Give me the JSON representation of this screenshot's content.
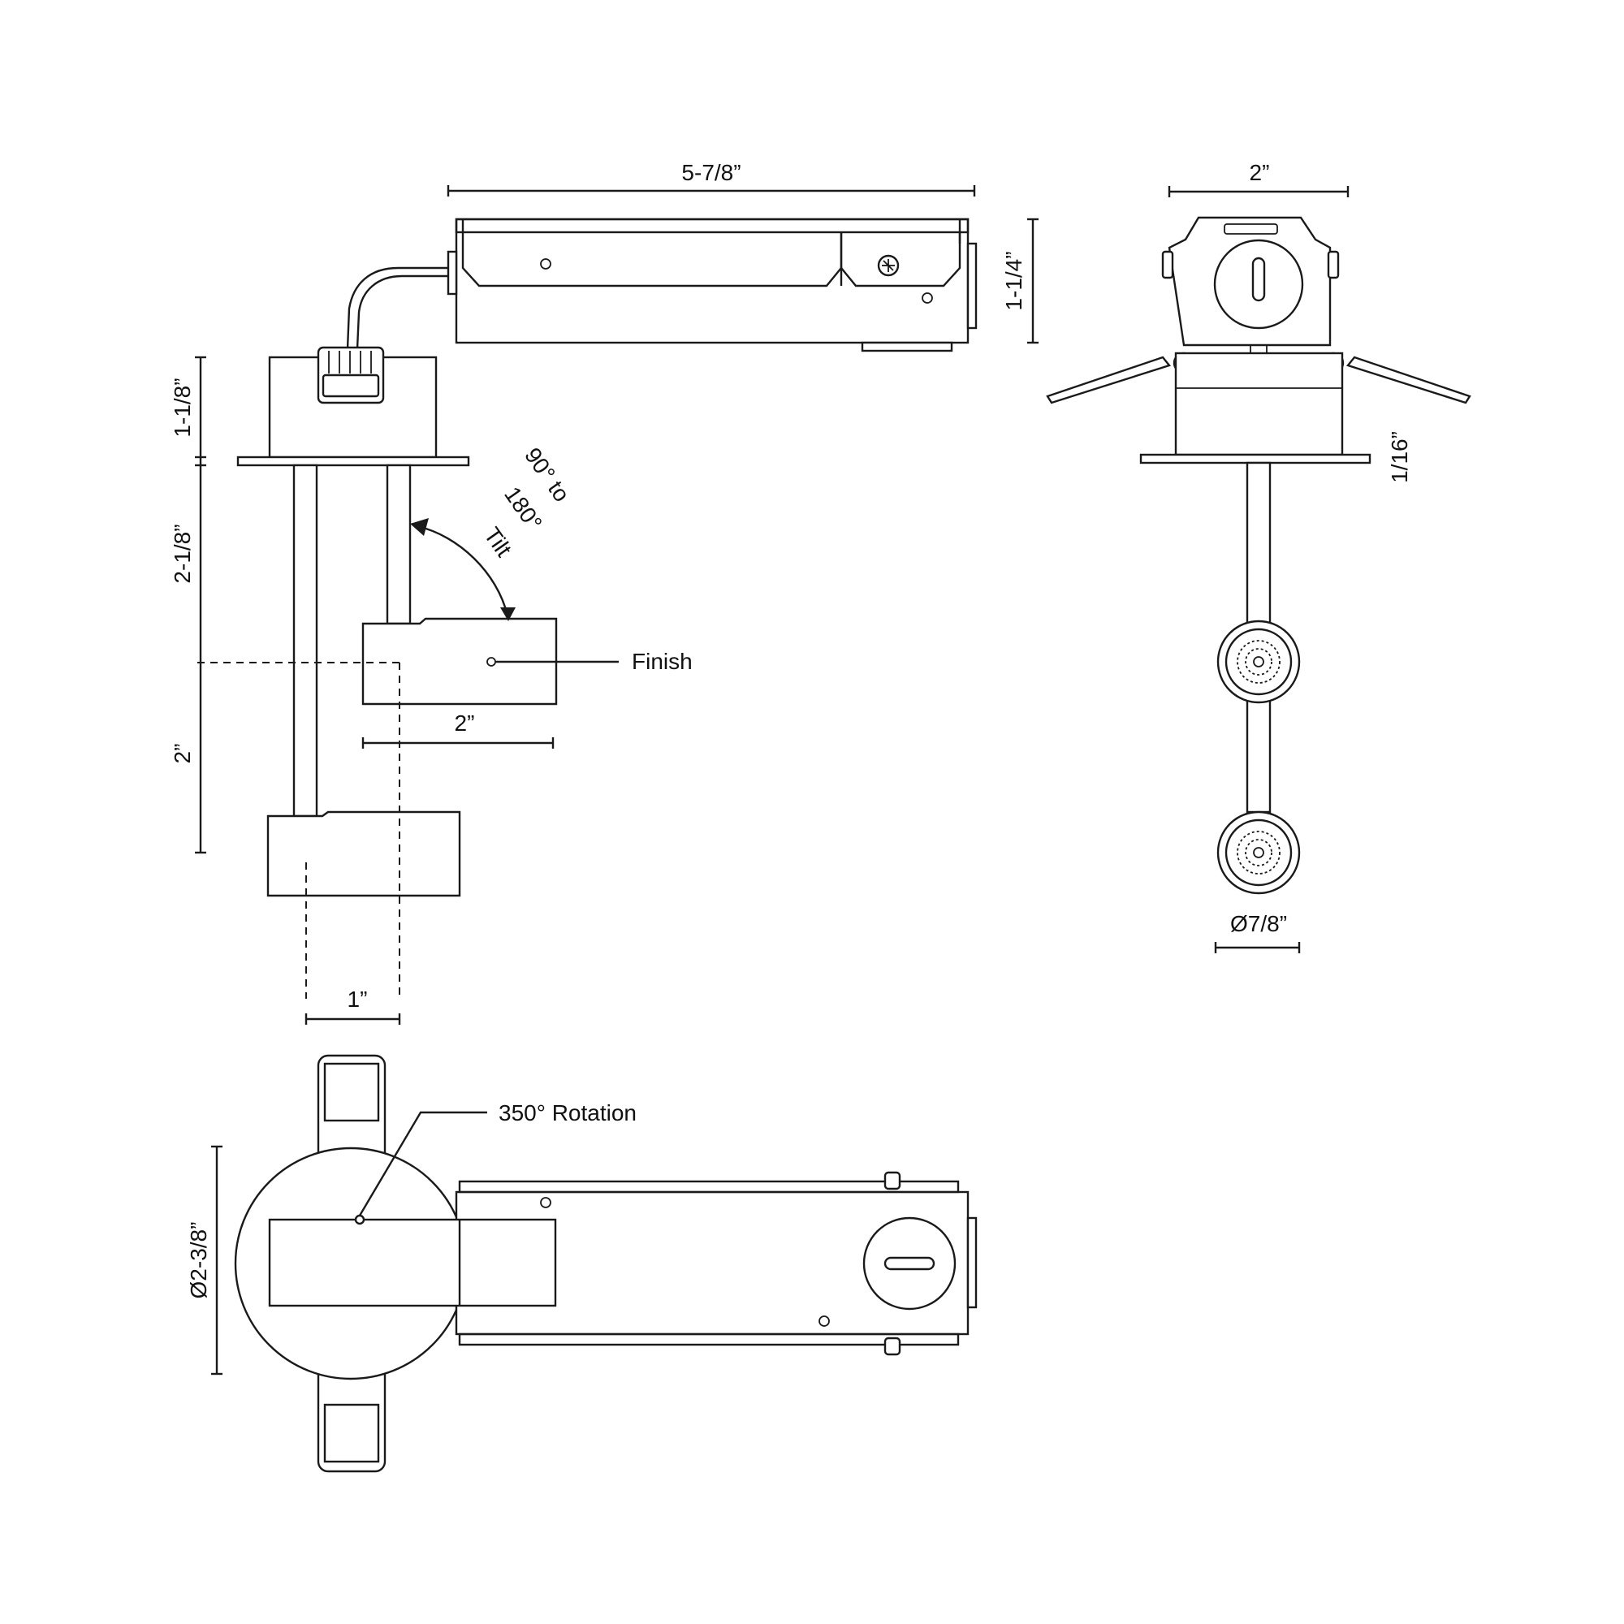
{
  "dimensions": {
    "top_length": "5-7/8”",
    "top_height": "1-1/4”",
    "side_width": "2”",
    "housing_height": "1-1/8”",
    "stem_length": "2-1/8”",
    "lower_drop": "2”",
    "head_width": "2”",
    "offset": "1”",
    "flange_thickness": "1/16”",
    "lens_diameter": "Ø7/8”",
    "plan_diameter": "Ø2-3/8”"
  },
  "annotations": {
    "tilt_line1": "90° to",
    "tilt_line2": "180°",
    "tilt_label": "Tilt",
    "finish": "Finish",
    "rotation": "350° Rotation"
  }
}
